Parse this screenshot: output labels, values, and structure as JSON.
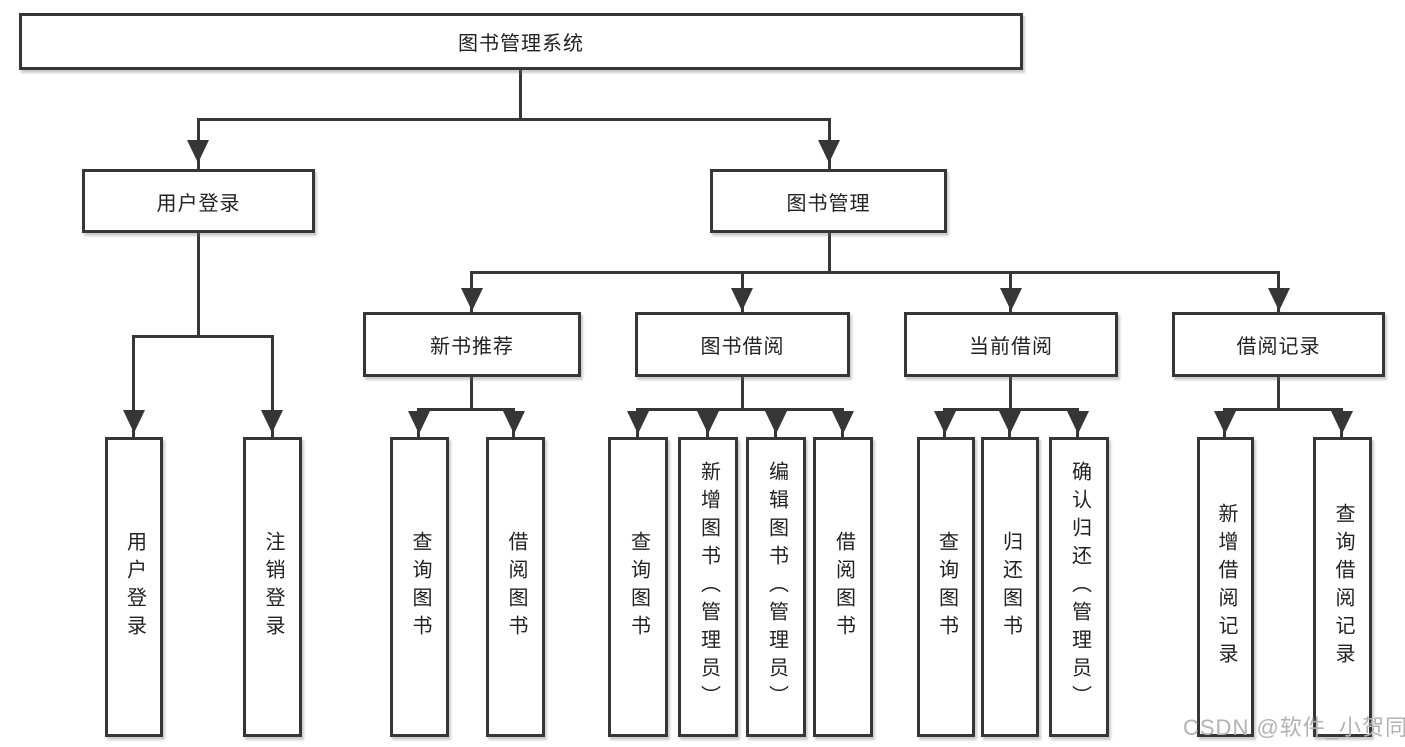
{
  "diagram": {
    "root": {
      "label": "图书管理系统"
    },
    "children": [
      {
        "label": "用户登录",
        "children": [
          {
            "label": "用户登录"
          },
          {
            "label": "注销登录"
          }
        ]
      },
      {
        "label": "图书管理",
        "children": [
          {
            "label": "新书推荐",
            "children": [
              {
                "label": "查询图书"
              },
              {
                "label": "借阅图书"
              }
            ]
          },
          {
            "label": "图书借阅",
            "children": [
              {
                "label": "查询图书"
              },
              {
                "label": "新增图书（管理员）"
              },
              {
                "label": "编辑图书（管理员）"
              },
              {
                "label": "借阅图书"
              }
            ]
          },
          {
            "label": "当前借阅",
            "children": [
              {
                "label": "查询图书"
              },
              {
                "label": "归还图书"
              },
              {
                "label": "确认归还（管理员）"
              }
            ]
          },
          {
            "label": "借阅记录",
            "children": [
              {
                "label": "新增借阅记录"
              },
              {
                "label": "查询借阅记录"
              }
            ]
          }
        ]
      }
    ]
  },
  "watermark": {
    "text": "CSDN @软件_小贺同学",
    "color": "#b2b2b2"
  },
  "colors": {
    "line": "#363636",
    "box_border": "#363636",
    "box_background": "#ffffff",
    "text": "#222222",
    "page_background": "#ffffff"
  }
}
